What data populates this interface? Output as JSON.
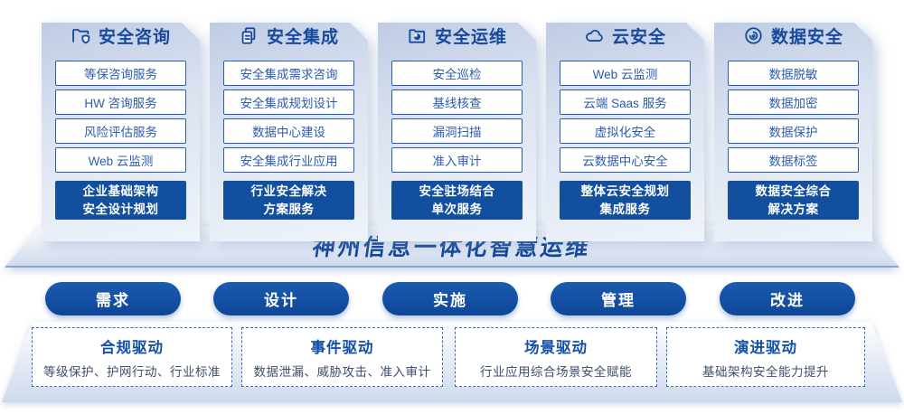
{
  "columns": [
    {
      "title": "安全咨询",
      "icon": "folder-shield-icon",
      "items": [
        "等保咨询服务",
        "HW 咨询服务",
        "风险评估服务",
        "Web 云监测"
      ],
      "highlight": [
        "企业基础架构",
        "安全设计规划"
      ]
    },
    {
      "title": "安全集成",
      "icon": "copy-docs-icon",
      "items": [
        "安全集成需求咨询",
        "安全集成规划设计",
        "数据中心建设",
        "安全集成行业应用"
      ],
      "highlight": [
        "行业安全解决",
        "方案服务"
      ]
    },
    {
      "title": "安全运维",
      "icon": "folder-pie-icon",
      "items": [
        "安全巡检",
        "基线核查",
        "漏洞扫描",
        "准入审计"
      ],
      "highlight": [
        "安全驻场结合",
        "单次服务"
      ]
    },
    {
      "title": "云安全",
      "icon": "cloud-icon",
      "items": [
        "Web 云监测",
        "云端 Saas 服务",
        "虚拟化安全",
        "云数据中心安全"
      ],
      "highlight": [
        "整体云安全规划",
        "集成服务"
      ]
    },
    {
      "title": "数据安全",
      "icon": "fingerprint-icon",
      "items": [
        "数据脱敏",
        "数据加密",
        "数据保护",
        "数据标签"
      ],
      "highlight": [
        "数据安全综合",
        "解决方案"
      ]
    }
  ],
  "banner": {
    "title": "神州信息一体化智慧运维"
  },
  "phases": [
    "需求",
    "设计",
    "实施",
    "管理",
    "改进"
  ],
  "drivers": [
    {
      "title": "合规驱动",
      "desc": "等级保护、护网行动、行业标准"
    },
    {
      "title": "事件驱动",
      "desc": "数据泄漏、威胁攻击、准入审计"
    },
    {
      "title": "场景驱动",
      "desc": "行业应用综合场景安全赋能"
    },
    {
      "title": "演进驱动",
      "desc": "基础架构安全能力提升"
    }
  ],
  "colors": {
    "primary_blue": "#124f9e",
    "header_text": "#17499d",
    "item_text": "#2d5cab",
    "banner_text": "#0f459b",
    "driver_title": "#1350a8",
    "driver_desc": "#3f4f6d",
    "dashed_border": "#3f6cb8"
  }
}
